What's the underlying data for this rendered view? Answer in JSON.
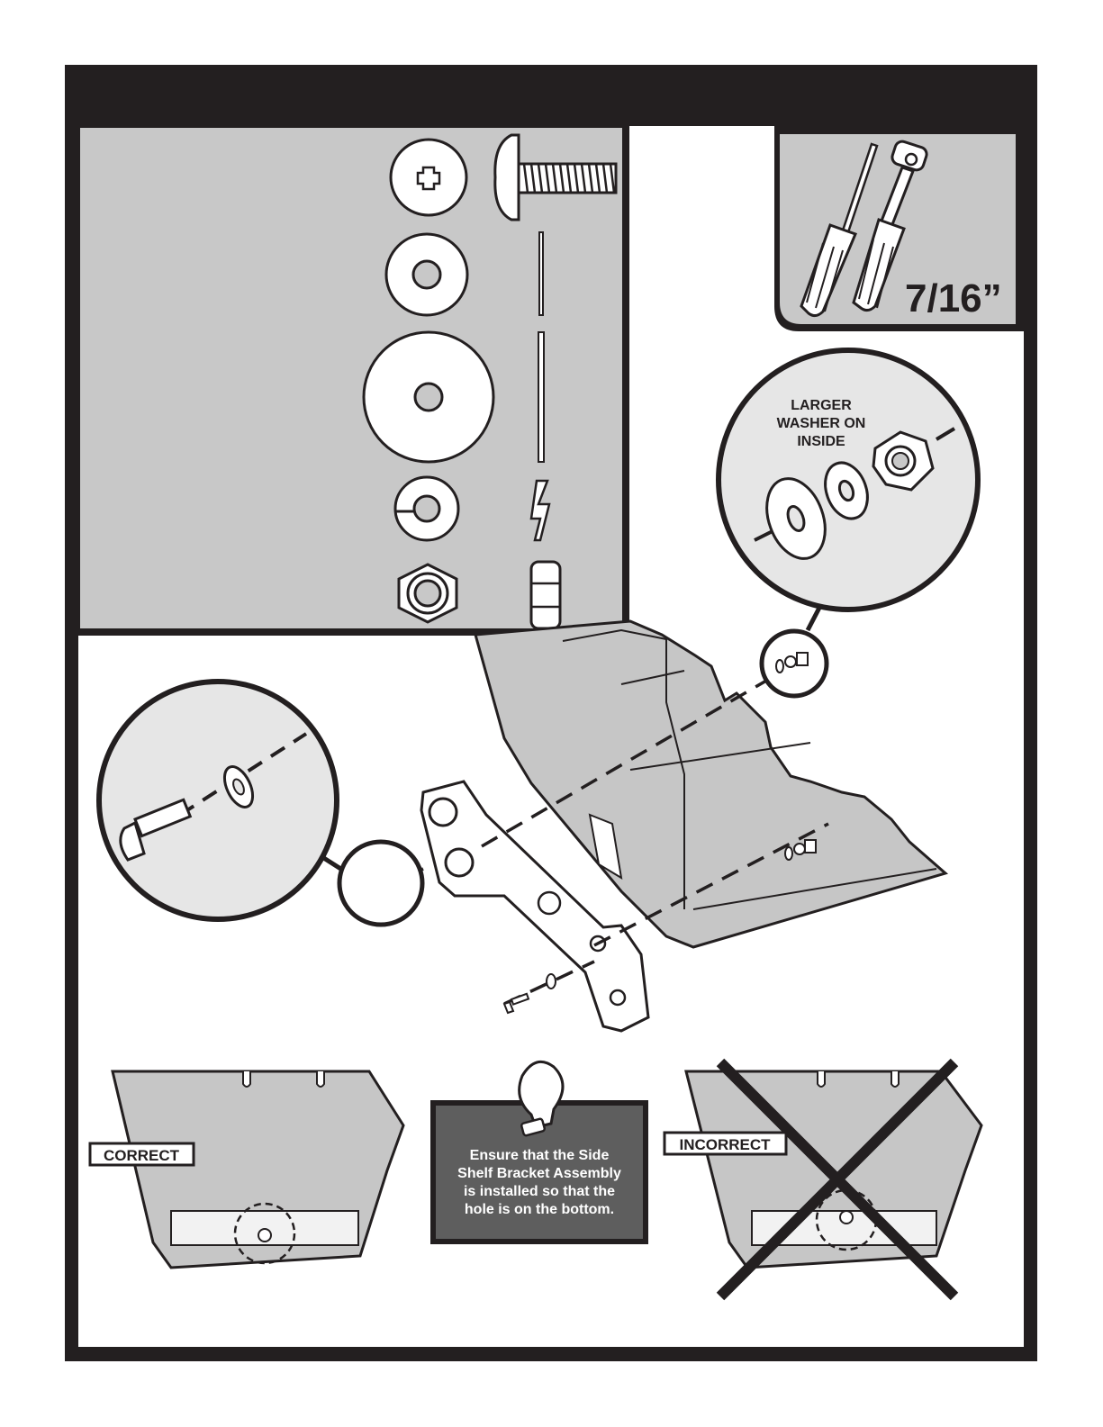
{
  "tools": {
    "size_label": "7/16”",
    "items": [
      "screwdriver-icon",
      "socket-wrench-icon"
    ]
  },
  "hardware_parts": [
    "phillips-bolt-head-icon",
    "bolt-side-icon",
    "small-washer-icon",
    "small-washer-edge-icon",
    "large-washer-icon",
    "large-washer-edge-icon",
    "lock-washer-icon",
    "lock-washer-edge-icon",
    "hex-nut-icon",
    "hex-nut-side-icon"
  ],
  "callout": {
    "line1": "LARGER",
    "line2": "WASHER ON",
    "line3": "INSIDE"
  },
  "correct": {
    "label": "CORRECT"
  },
  "incorrect": {
    "label": "INCORRECT"
  },
  "tip": {
    "icon": "lightbulb-icon",
    "line1": "Ensure that the Side",
    "line2": "Shelf Bracket Assembly",
    "line3": "is installed so that the",
    "line4": "hole is on the bottom."
  },
  "colors": {
    "frame": "#231f20",
    "panel_gray": "#c8c8c8",
    "part_gray": "#b9b9b9",
    "tip_box": "#5e5e5e",
    "white": "#ffffff"
  }
}
